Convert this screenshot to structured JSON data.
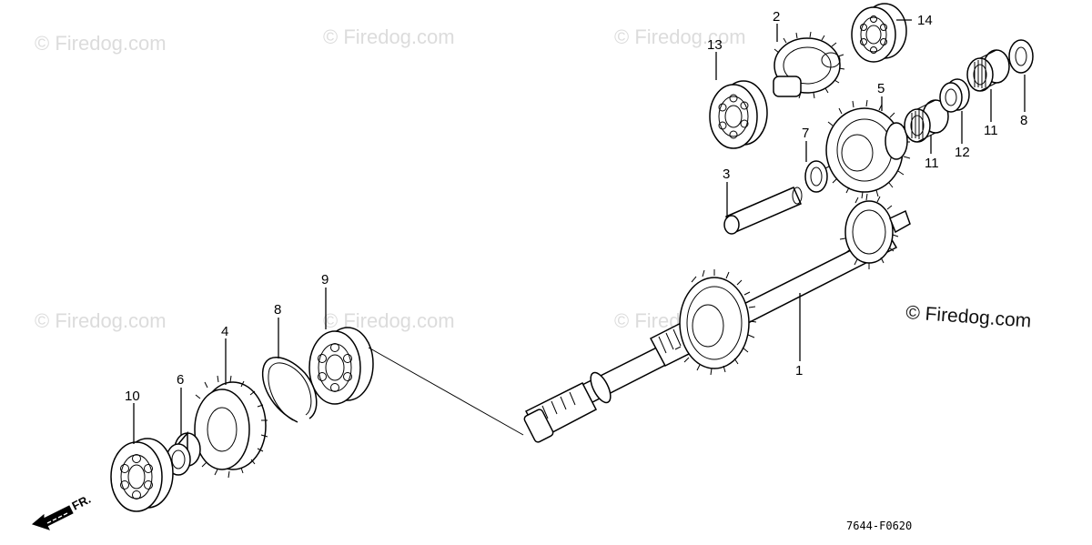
{
  "watermarks": [
    "© Firedog.com",
    "© Firedog.com",
    "© Firedog.com",
    "© Firedog.com",
    "© Firedog.com",
    "© Firedog.com"
  ],
  "copyright": "© Firedog.com",
  "diagram_code": "7644-F0620",
  "direction_label": "FR.",
  "callouts": {
    "c1": "1",
    "c2": "2",
    "c3": "3",
    "c4": "4",
    "c5": "5",
    "c6": "6",
    "c7": "7",
    "c8a": "8",
    "c8b": "8",
    "c9": "9",
    "c10": "10",
    "c11a": "11",
    "c11b": "11",
    "c12": "12",
    "c13": "13",
    "c14": "14"
  }
}
